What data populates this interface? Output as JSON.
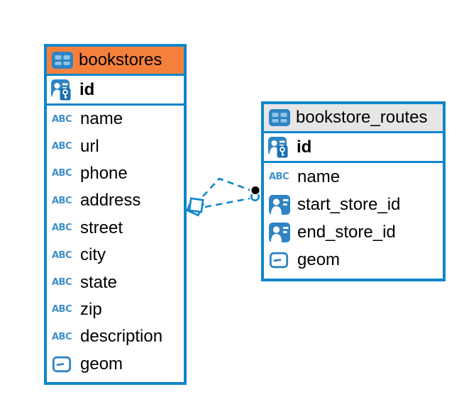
{
  "diagram": {
    "tables": [
      {
        "name": "bookstores",
        "header_style": "orange",
        "primary_key": {
          "label": "id",
          "icon": "primary-key-icon"
        },
        "columns": [
          {
            "label": "name",
            "icon": "text-type-icon"
          },
          {
            "label": "url",
            "icon": "text-type-icon"
          },
          {
            "label": "phone",
            "icon": "text-type-icon"
          },
          {
            "label": "address",
            "icon": "text-type-icon"
          },
          {
            "label": "street",
            "icon": "text-type-icon"
          },
          {
            "label": "city",
            "icon": "text-type-icon"
          },
          {
            "label": "state",
            "icon": "text-type-icon"
          },
          {
            "label": "zip",
            "icon": "text-type-icon"
          },
          {
            "label": "description",
            "icon": "text-type-icon"
          },
          {
            "label": "geom",
            "icon": "geometry-type-icon"
          }
        ]
      },
      {
        "name": "bookstore_routes",
        "header_style": "gray",
        "primary_key": {
          "label": "id",
          "icon": "primary-key-icon"
        },
        "columns": [
          {
            "label": "name",
            "icon": "text-type-icon"
          },
          {
            "label": "start_store_id",
            "icon": "foreign-key-icon"
          },
          {
            "label": "end_store_id",
            "icon": "foreign-key-icon"
          },
          {
            "label": "geom",
            "icon": "geometry-type-icon"
          }
        ]
      }
    ],
    "relationship": {
      "from_table": "bookstores",
      "to_table": "bookstore_routes",
      "line_style": "dashed",
      "line_count": 2,
      "from_marker": "overlapping-squares",
      "to_marker": "filled-dot-with-ring"
    }
  },
  "icons": {
    "text_type_glyph": "ABC"
  },
  "colors": {
    "table_border": "#0f86ca",
    "header_orange": "#f5803c",
    "header_gray": "#e6e6e6",
    "icon_blue": "#2e84c4",
    "icon_blue_light": "#93c3e8",
    "icon_key_chip": "#1a70b5",
    "abc_blue": "#3e8fcb",
    "connector_blue": "#0f86ca",
    "connector_dot": "#000000",
    "text": "#000000",
    "background": "#ffffff"
  }
}
